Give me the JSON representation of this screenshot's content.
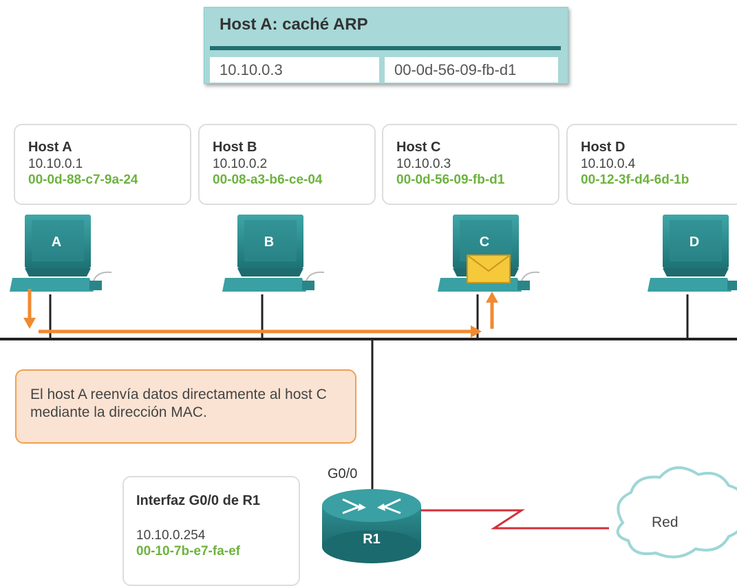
{
  "arp_cache": {
    "title": "Host A: caché ARP",
    "ip": "10.10.0.3",
    "mac": "00-0d-56-09-fb-d1"
  },
  "hosts": [
    {
      "name": "Host A",
      "ip": "10.10.0.1",
      "mac": "00-0d-88-c7-9a-24",
      "label": "A"
    },
    {
      "name": "Host B",
      "ip": "10.10.0.2",
      "mac": "00-08-a3-b6-ce-04",
      "label": "B"
    },
    {
      "name": "Host C",
      "ip": "10.10.0.3",
      "mac": "00-0d-56-09-fb-d1",
      "label": "C"
    },
    {
      "name": "Host D",
      "ip": "10.10.0.4",
      "mac": "00-12-3f-d4-6d-1b",
      "label": "D"
    }
  ],
  "note": "El host A reenvía datos directamente al host C mediante la dirección MAC.",
  "router": {
    "interface_label": "Interfaz G0/0 de R1",
    "ip": "10.10.0.254",
    "mac": "00-10-7b-e7-fa-ef",
    "port": "G0/0",
    "name": "R1"
  },
  "cloud_label": "Red",
  "colors": {
    "teal": "#2e8b8e",
    "mac_green": "#6cb33e",
    "arrow_orange": "#f08a30",
    "wan_red": "#d32f3a",
    "note_bg": "#fbe3d3"
  }
}
